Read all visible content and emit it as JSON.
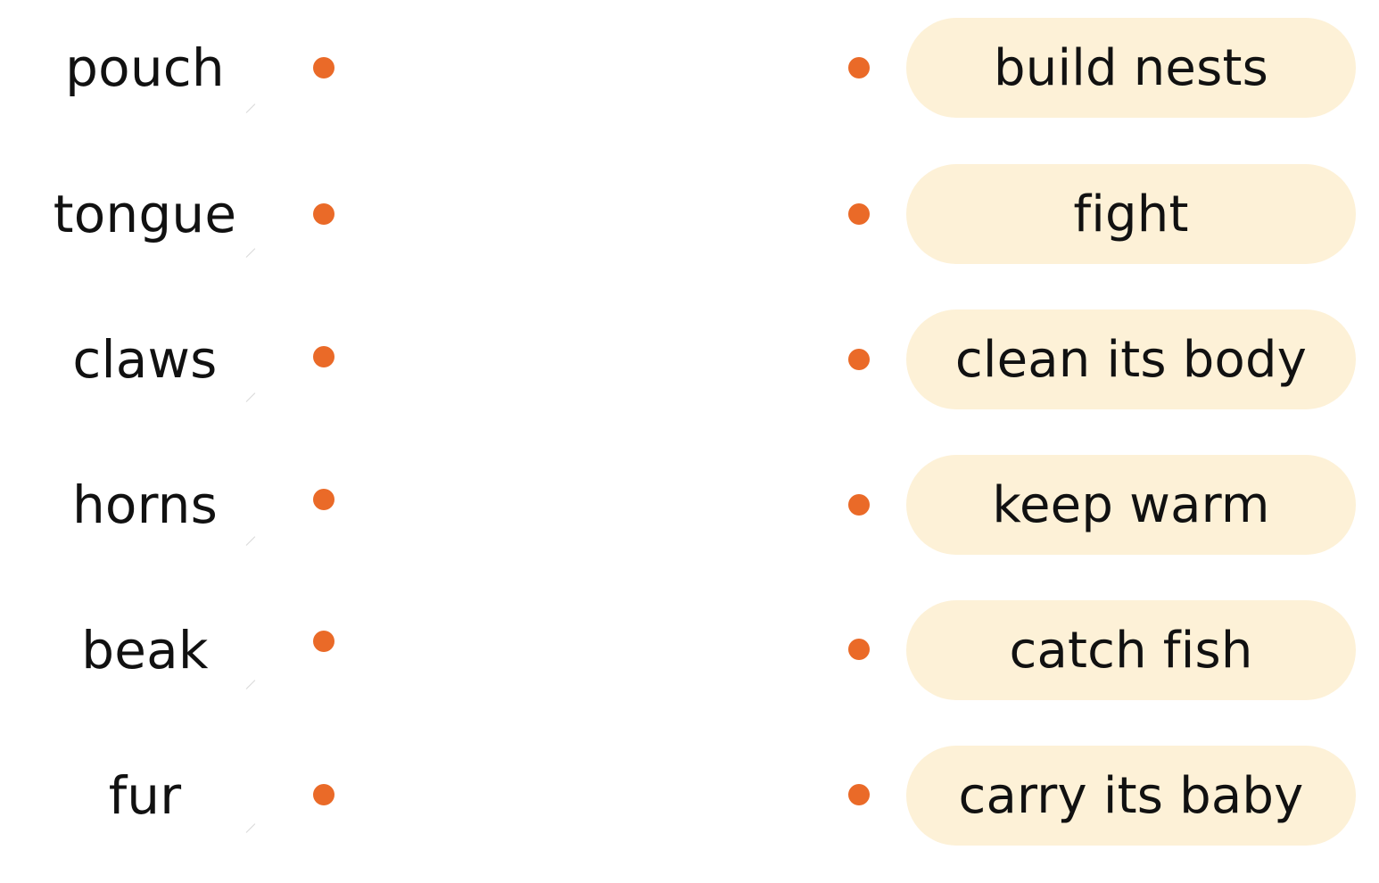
{
  "left_items": [
    {
      "label": "pouch"
    },
    {
      "label": "tongue"
    },
    {
      "label": "claws"
    },
    {
      "label": "horns"
    },
    {
      "label": "beak"
    },
    {
      "label": "fur"
    }
  ],
  "right_items": [
    {
      "label": "build nests"
    },
    {
      "label": "fight"
    },
    {
      "label": "clean its body"
    },
    {
      "label": "keep warm"
    },
    {
      "label": "catch fish"
    },
    {
      "label": "carry its baby"
    }
  ],
  "colors": {
    "dot": "#ea6a28",
    "pill_bg": "#fdf1d7",
    "text": "#111111"
  }
}
